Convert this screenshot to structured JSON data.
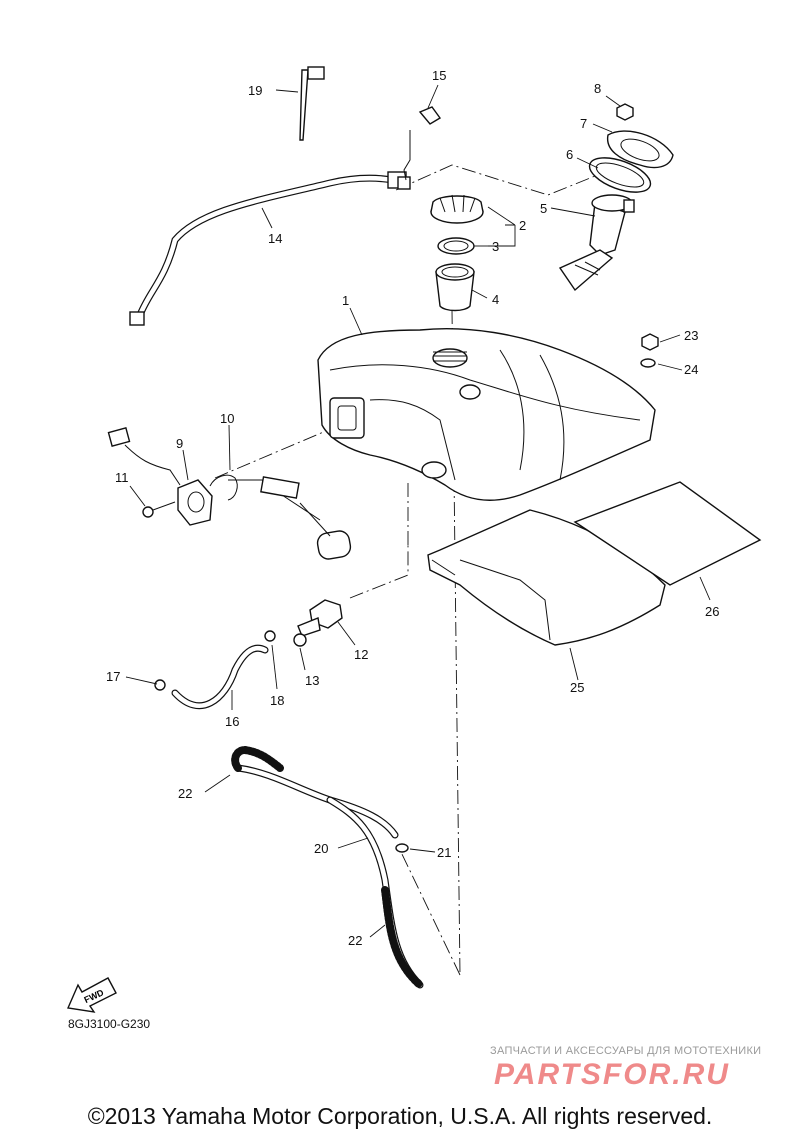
{
  "diagram": {
    "callouts": [
      "1",
      "2",
      "3",
      "4",
      "5",
      "6",
      "7",
      "8",
      "9",
      "10",
      "11",
      "12",
      "13",
      "14",
      "15",
      "16",
      "17",
      "18",
      "19",
      "20",
      "21",
      "22",
      "22",
      "23",
      "24",
      "25",
      "26"
    ],
    "fwd_label": "FWD",
    "code": "8GJ3100-G230"
  },
  "watermark": {
    "tagline": "ЗАПЧАСТИ И АКСЕССУАРЫ ДЛЯ МОТОТЕХНИКИ",
    "logo": "PARTSFOR.RU"
  },
  "footer": {
    "copyright": "©2013 Yamaha Motor Corporation, U.S.A. All rights reserved."
  }
}
